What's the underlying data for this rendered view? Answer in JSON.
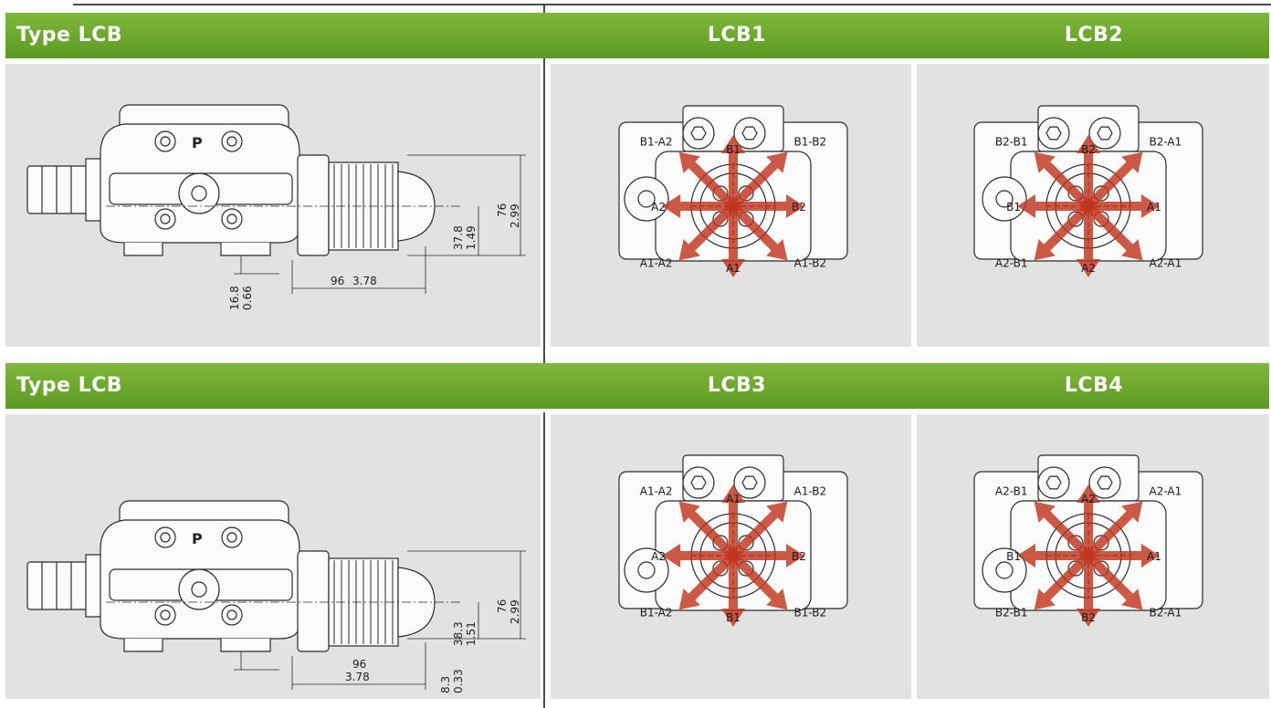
{
  "sections": [
    {
      "type_label": "Type LCB",
      "side_view": {
        "port_letter": "P",
        "dim_length": "96",
        "dim_length_in": "3.78",
        "dim_height": "76",
        "dim_height_in": "2.99",
        "dim_center": "37.8",
        "dim_center_in": "1.49",
        "dim_offset": "16.8",
        "dim_offset_in": "0.66"
      },
      "variants": [
        {
          "title": "LCB1",
          "labels": {
            "n": "B1",
            "s": "A1",
            "e": "B2",
            "w": "A2",
            "ne": "B1-B2",
            "nw": "B1-A2",
            "se": "A1-B2",
            "sw": "A1-A2"
          }
        },
        {
          "title": "LCB2",
          "labels": {
            "n": "B2",
            "s": "A2",
            "e": "A1",
            "w": "B1",
            "ne": "B2-A1",
            "nw": "B2-B1",
            "se": "A2-A1",
            "sw": "A2-B1"
          }
        }
      ]
    },
    {
      "type_label": "Type LCB",
      "side_view": {
        "port_letter": "P",
        "dim_length": "96",
        "dim_length_in": "3.78",
        "dim_height": "76",
        "dim_height_in": "2.99",
        "dim_center": "38.3",
        "dim_center_in": "1.51",
        "dim_offset": "8.3",
        "dim_offset_in": "0.33"
      },
      "variants": [
        {
          "title": "LCB3",
          "labels": {
            "n": "A1",
            "s": "B1",
            "e": "B2",
            "w": "A2",
            "ne": "A1-B2",
            "nw": "A1-A2",
            "se": "B1-B2",
            "sw": "B1-A2"
          }
        },
        {
          "title": "LCB4",
          "labels": {
            "n": "A2",
            "s": "B2",
            "e": "A1",
            "w": "B1",
            "ne": "A2-A1",
            "nw": "A2-B1",
            "se": "B2-A1",
            "sw": "B2-B1"
          }
        }
      ]
    }
  ],
  "colors": {
    "band": "#6aa82c",
    "panel": "#e1e2e1",
    "arrow": "#c0341d"
  }
}
